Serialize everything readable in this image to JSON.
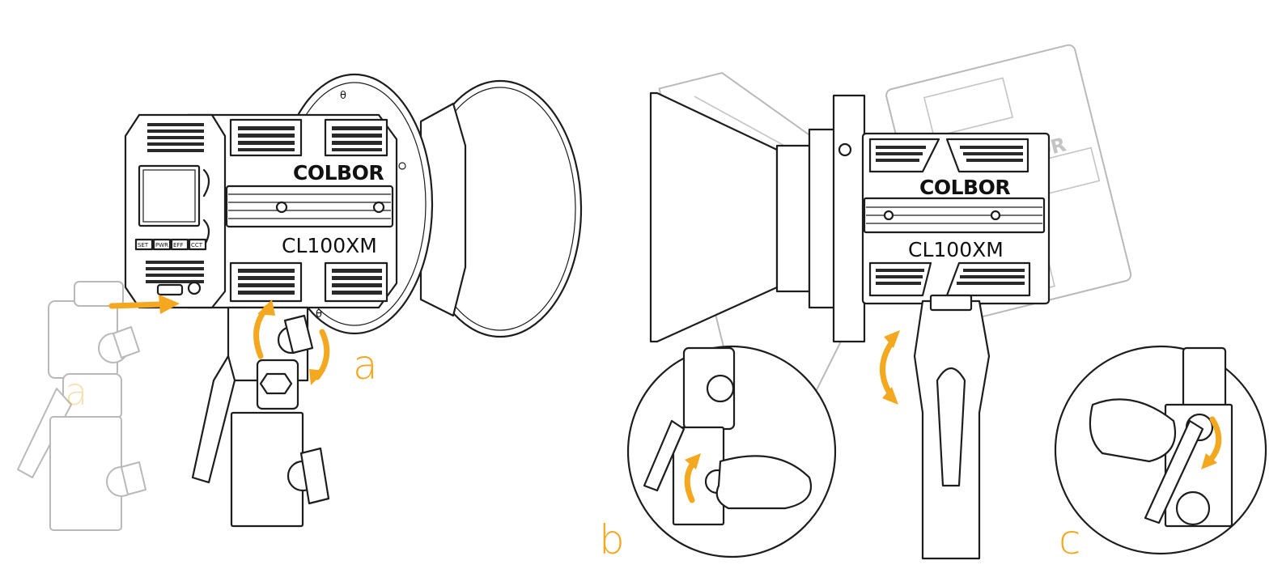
{
  "light": {
    "brand": "COLBOR",
    "model": "CL100XM",
    "panel_buttons": [
      "SET",
      "PWR",
      "EFF",
      "CCT"
    ]
  },
  "steps": {
    "a": "a",
    "a_ghost": "a",
    "b": "b",
    "c": "c"
  },
  "colors": {
    "accent": "#F3A81F",
    "line": "#1D1D1D",
    "ghost": "#BFBFBF",
    "background": "#FFFFFF"
  },
  "icons": [
    "mount-direction-arrow",
    "rotate-arrow",
    "tilt-arrow",
    "tighten-arrow",
    "hand"
  ]
}
